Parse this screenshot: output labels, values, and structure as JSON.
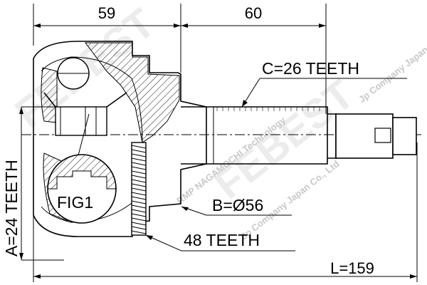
{
  "dimensions": {
    "top_left": "59",
    "top_right": "60",
    "total_length": "L=159"
  },
  "callouts": {
    "outer_spline": "C=26 TEETH",
    "seal_diameter": "B=Ø56",
    "abs_ring": "48 TEETH",
    "inner_spline": "A=24 TEETH",
    "figure_ref": "FIG1"
  },
  "watermark": {
    "brand": "FEBEST",
    "line1": "RMP NAGAMOCHI Technology",
    "line2": "Jp Company Japan Co., Ltd"
  },
  "colors": {
    "line": "#000000",
    "watermark": "#c8c8c8",
    "background": "#ffffff"
  }
}
